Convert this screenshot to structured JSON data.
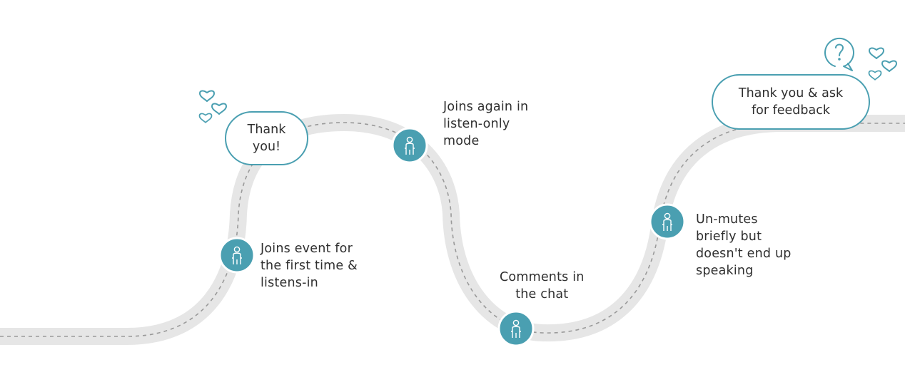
{
  "colors": {
    "road": "#e6e6e6",
    "dash": "#9a9a9a",
    "accent": "#4a9fb1",
    "text": "#2f2f2f"
  },
  "steps": [
    {
      "text": "Joins event for\nthe first time &\nlistens-in",
      "icon": "person-icon"
    },
    {
      "text": "Joins again in\nlisten-only\nmode",
      "icon": "person-icon"
    },
    {
      "text": "Comments in\nthe chat",
      "icon": "person-icon"
    },
    {
      "text": "Un-mutes\nbriefly but\ndoesn't end up\nspeaking",
      "icon": "person-icon"
    }
  ],
  "bubbles": [
    {
      "text": "Thank\nyou!"
    },
    {
      "text": "Thank you & ask\nfor feedback"
    }
  ],
  "decorations": [
    "heart-icon",
    "question-bubble-icon"
  ]
}
